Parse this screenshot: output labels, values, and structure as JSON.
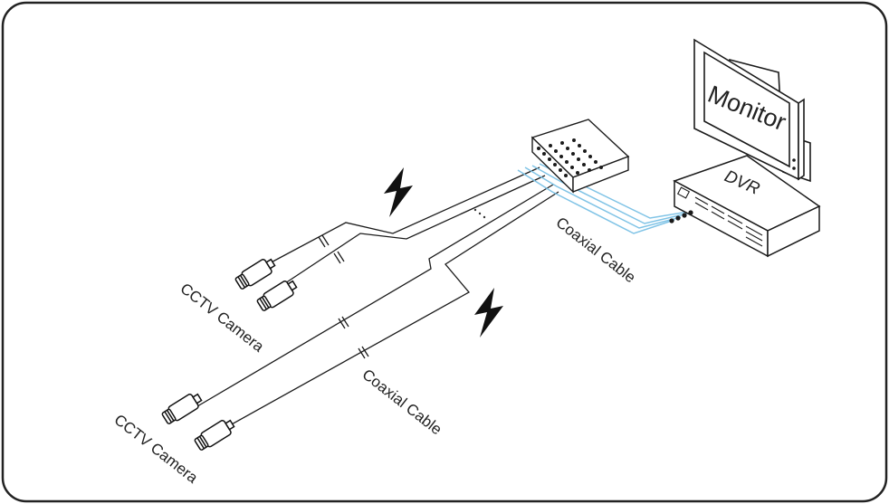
{
  "diagram": {
    "labels": {
      "monitor": "Monitor",
      "dvr": "DVR",
      "coax_upper": "Coaxial Cable",
      "coax_lower": "Coaxial Cable",
      "cameras_upper": "CCTV Camera",
      "cameras_lower": "CCTV Camera"
    },
    "icons": [
      "lightning-icon",
      "lightning-icon",
      "camera-icon",
      "camera-icon",
      "camera-icon",
      "camera-icon"
    ],
    "colors": {
      "line": "#1a1a1a",
      "coax_blue": "#7fc3e6",
      "frame": "#222222"
    }
  }
}
